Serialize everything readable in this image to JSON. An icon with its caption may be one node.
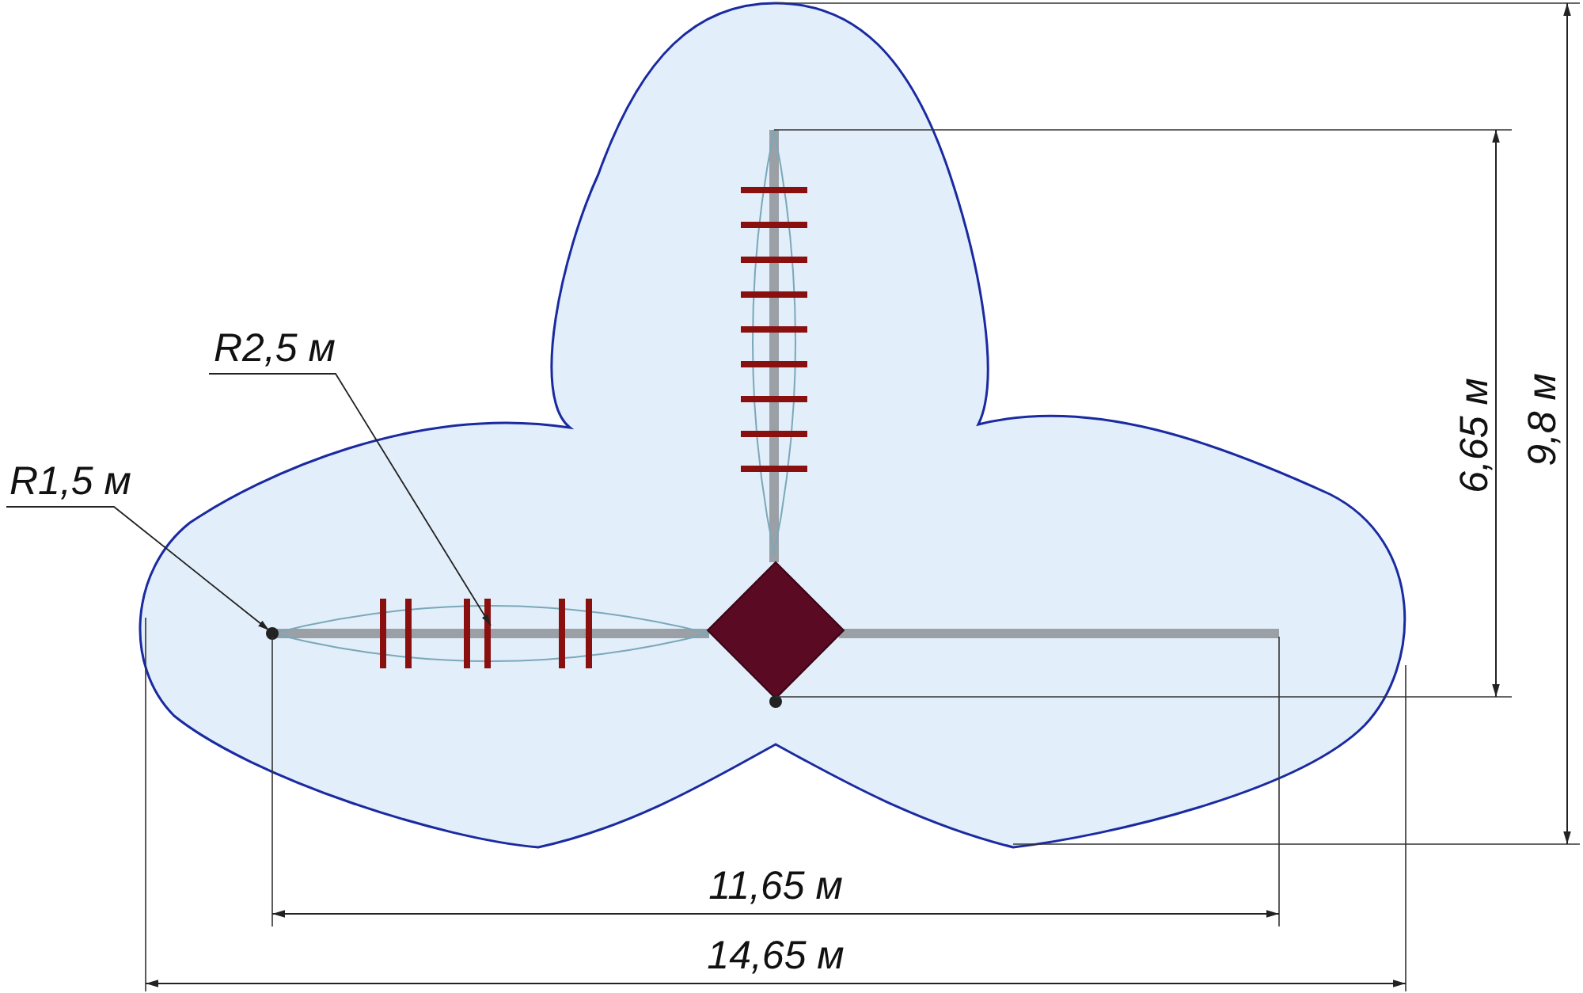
{
  "diagram": {
    "labels": [
      "R2,5 м",
      "R1,5 м",
      "6,65 м",
      "9,8 м",
      "11,65 м",
      "14,65 м"
    ]
  }
}
